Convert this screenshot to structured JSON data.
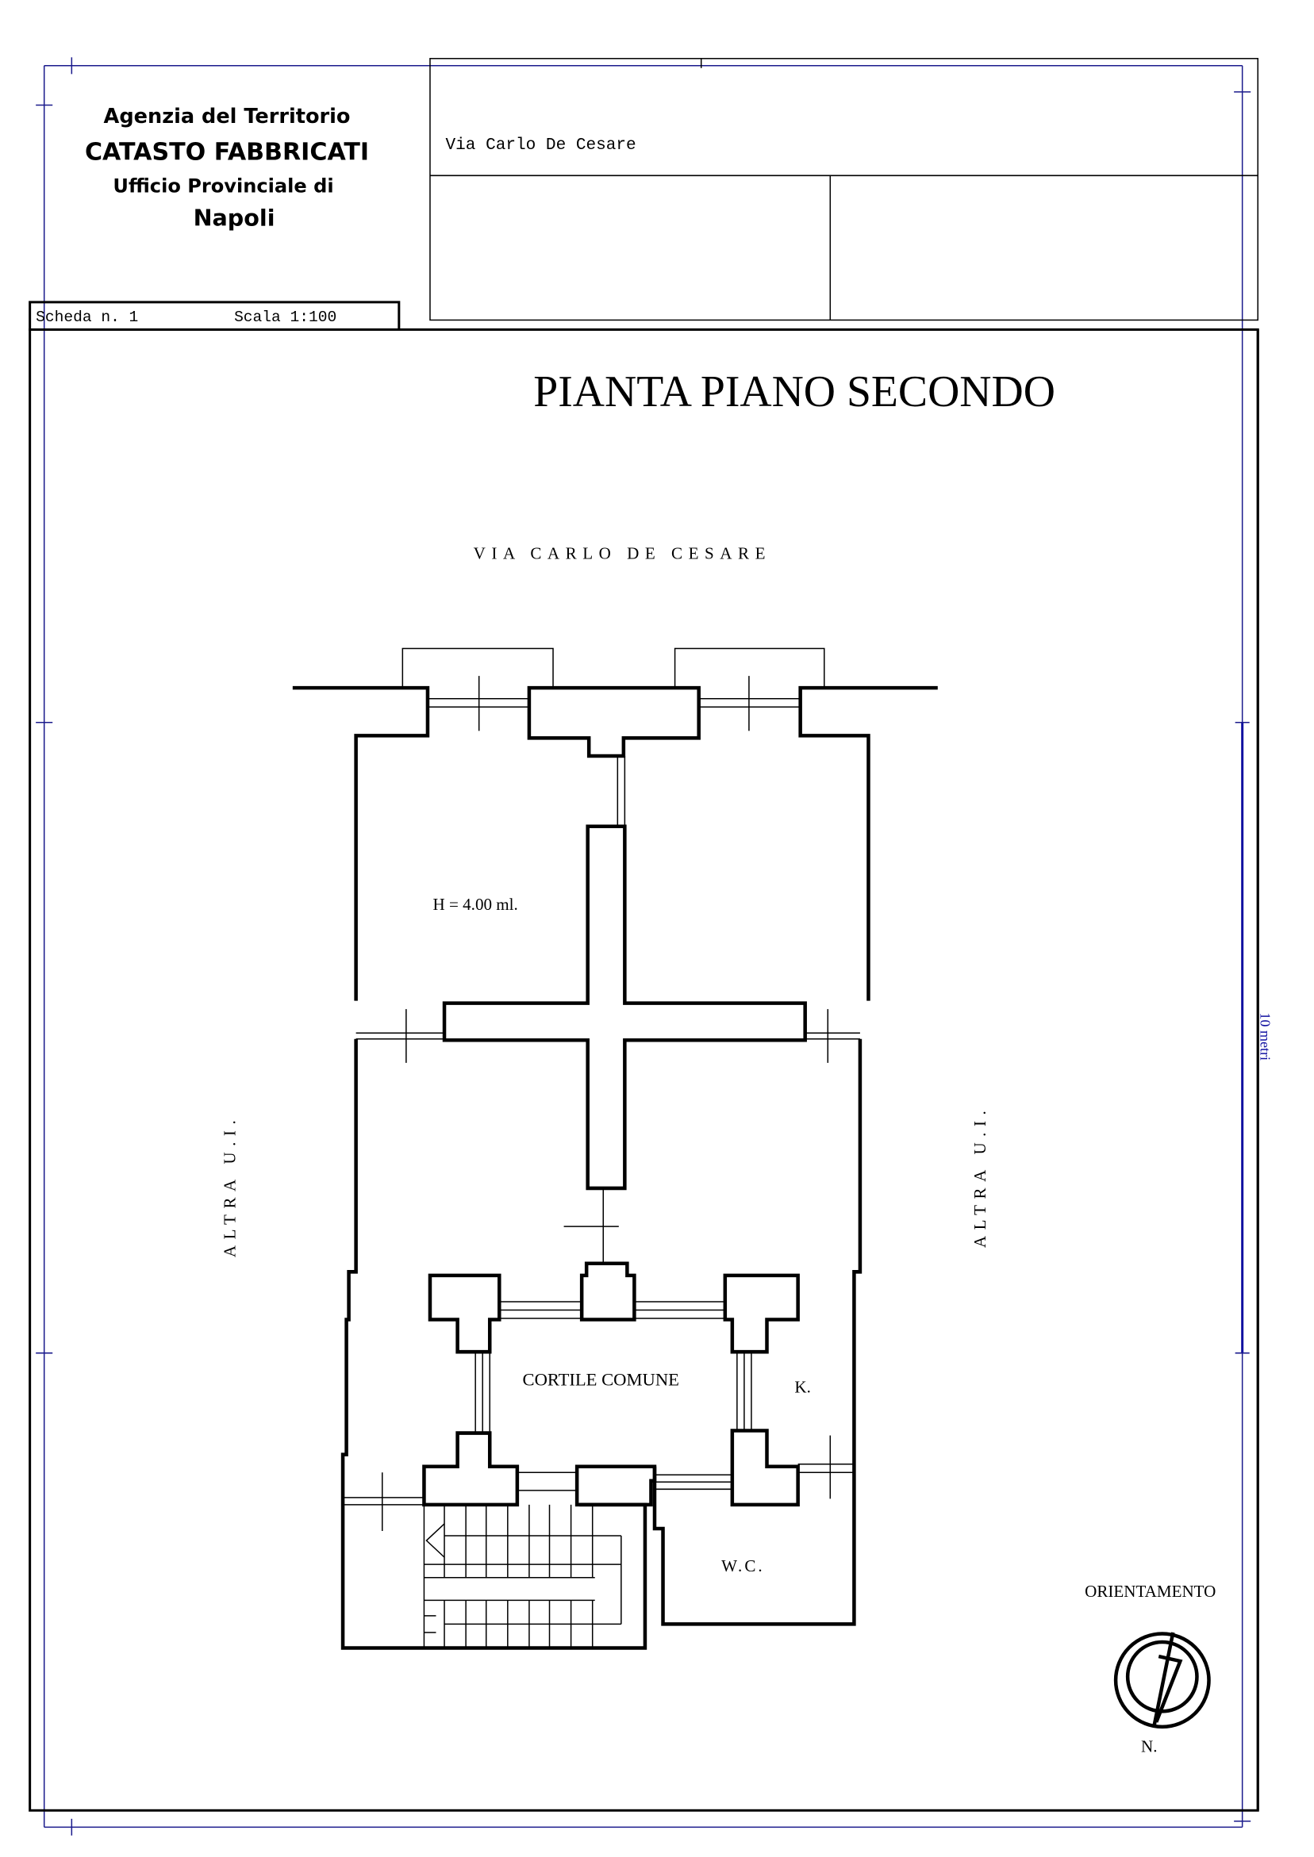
{
  "header": {
    "agency": "Agenzia del Territorio",
    "catasto": "CATASTO FABBRICATI",
    "office": "Ufficio Provinciale di",
    "city": "Napoli",
    "address": "Via Carlo De Cesare",
    "scheda": "Scheda n. 1",
    "scala": "Scala 1:100"
  },
  "plan": {
    "title": "PIANTA PIANO SECONDO",
    "street": "VIA CARLO DE CESARE",
    "left_neighbor": "ALTRA U.I.",
    "right_neighbor": "ALTRA U.I.",
    "height_label": "H = 4.00 ml.",
    "courtyard": "CORTILE COMUNE",
    "kitchen": "K.",
    "wc": "W.C.",
    "scale_bar": "10 metri",
    "orientation": "ORIENTAMENTO",
    "north": "N."
  },
  "colors": {
    "frame_blue": "#1a1a8c",
    "scale_blue": "#1010a0"
  }
}
